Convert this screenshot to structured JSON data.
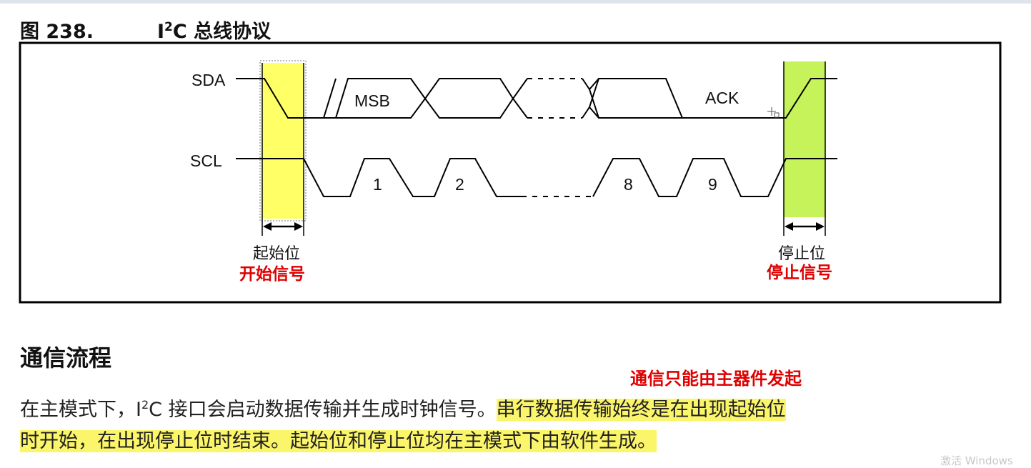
{
  "figure": {
    "number": "图 238.",
    "title_prefix": "I",
    "title_sup": "2",
    "title_rest": "C 总线协议"
  },
  "diagram": {
    "sda_label": "SDA",
    "scl_label": "SCL",
    "msb_label": "MSB",
    "ack_label": "ACK",
    "clock_numbers": [
      "1",
      "2",
      "8",
      "9"
    ],
    "start_caption": "起始位",
    "start_note": "开始信号",
    "stop_caption": "停止位",
    "stop_note": "停止信号",
    "start_highlight_color": "#ffff66",
    "stop_highlight_color": "#c6f25a"
  },
  "section": {
    "title": "通信流程",
    "annotation": "通信只能由主器件发起",
    "para_line1_a": "在主模式下，I",
    "para_line1_sup": "2",
    "para_line1_b": "C 接口会启动数据传输并生成时钟信号。",
    "para_line1_hl": "串行数据传输始终是在出现起始位",
    "para_line2_hl": "时开始，在出现停止位时结束。起始位和停止位均在主模式下由软件生成。"
  },
  "watermark": "激活 Windows"
}
